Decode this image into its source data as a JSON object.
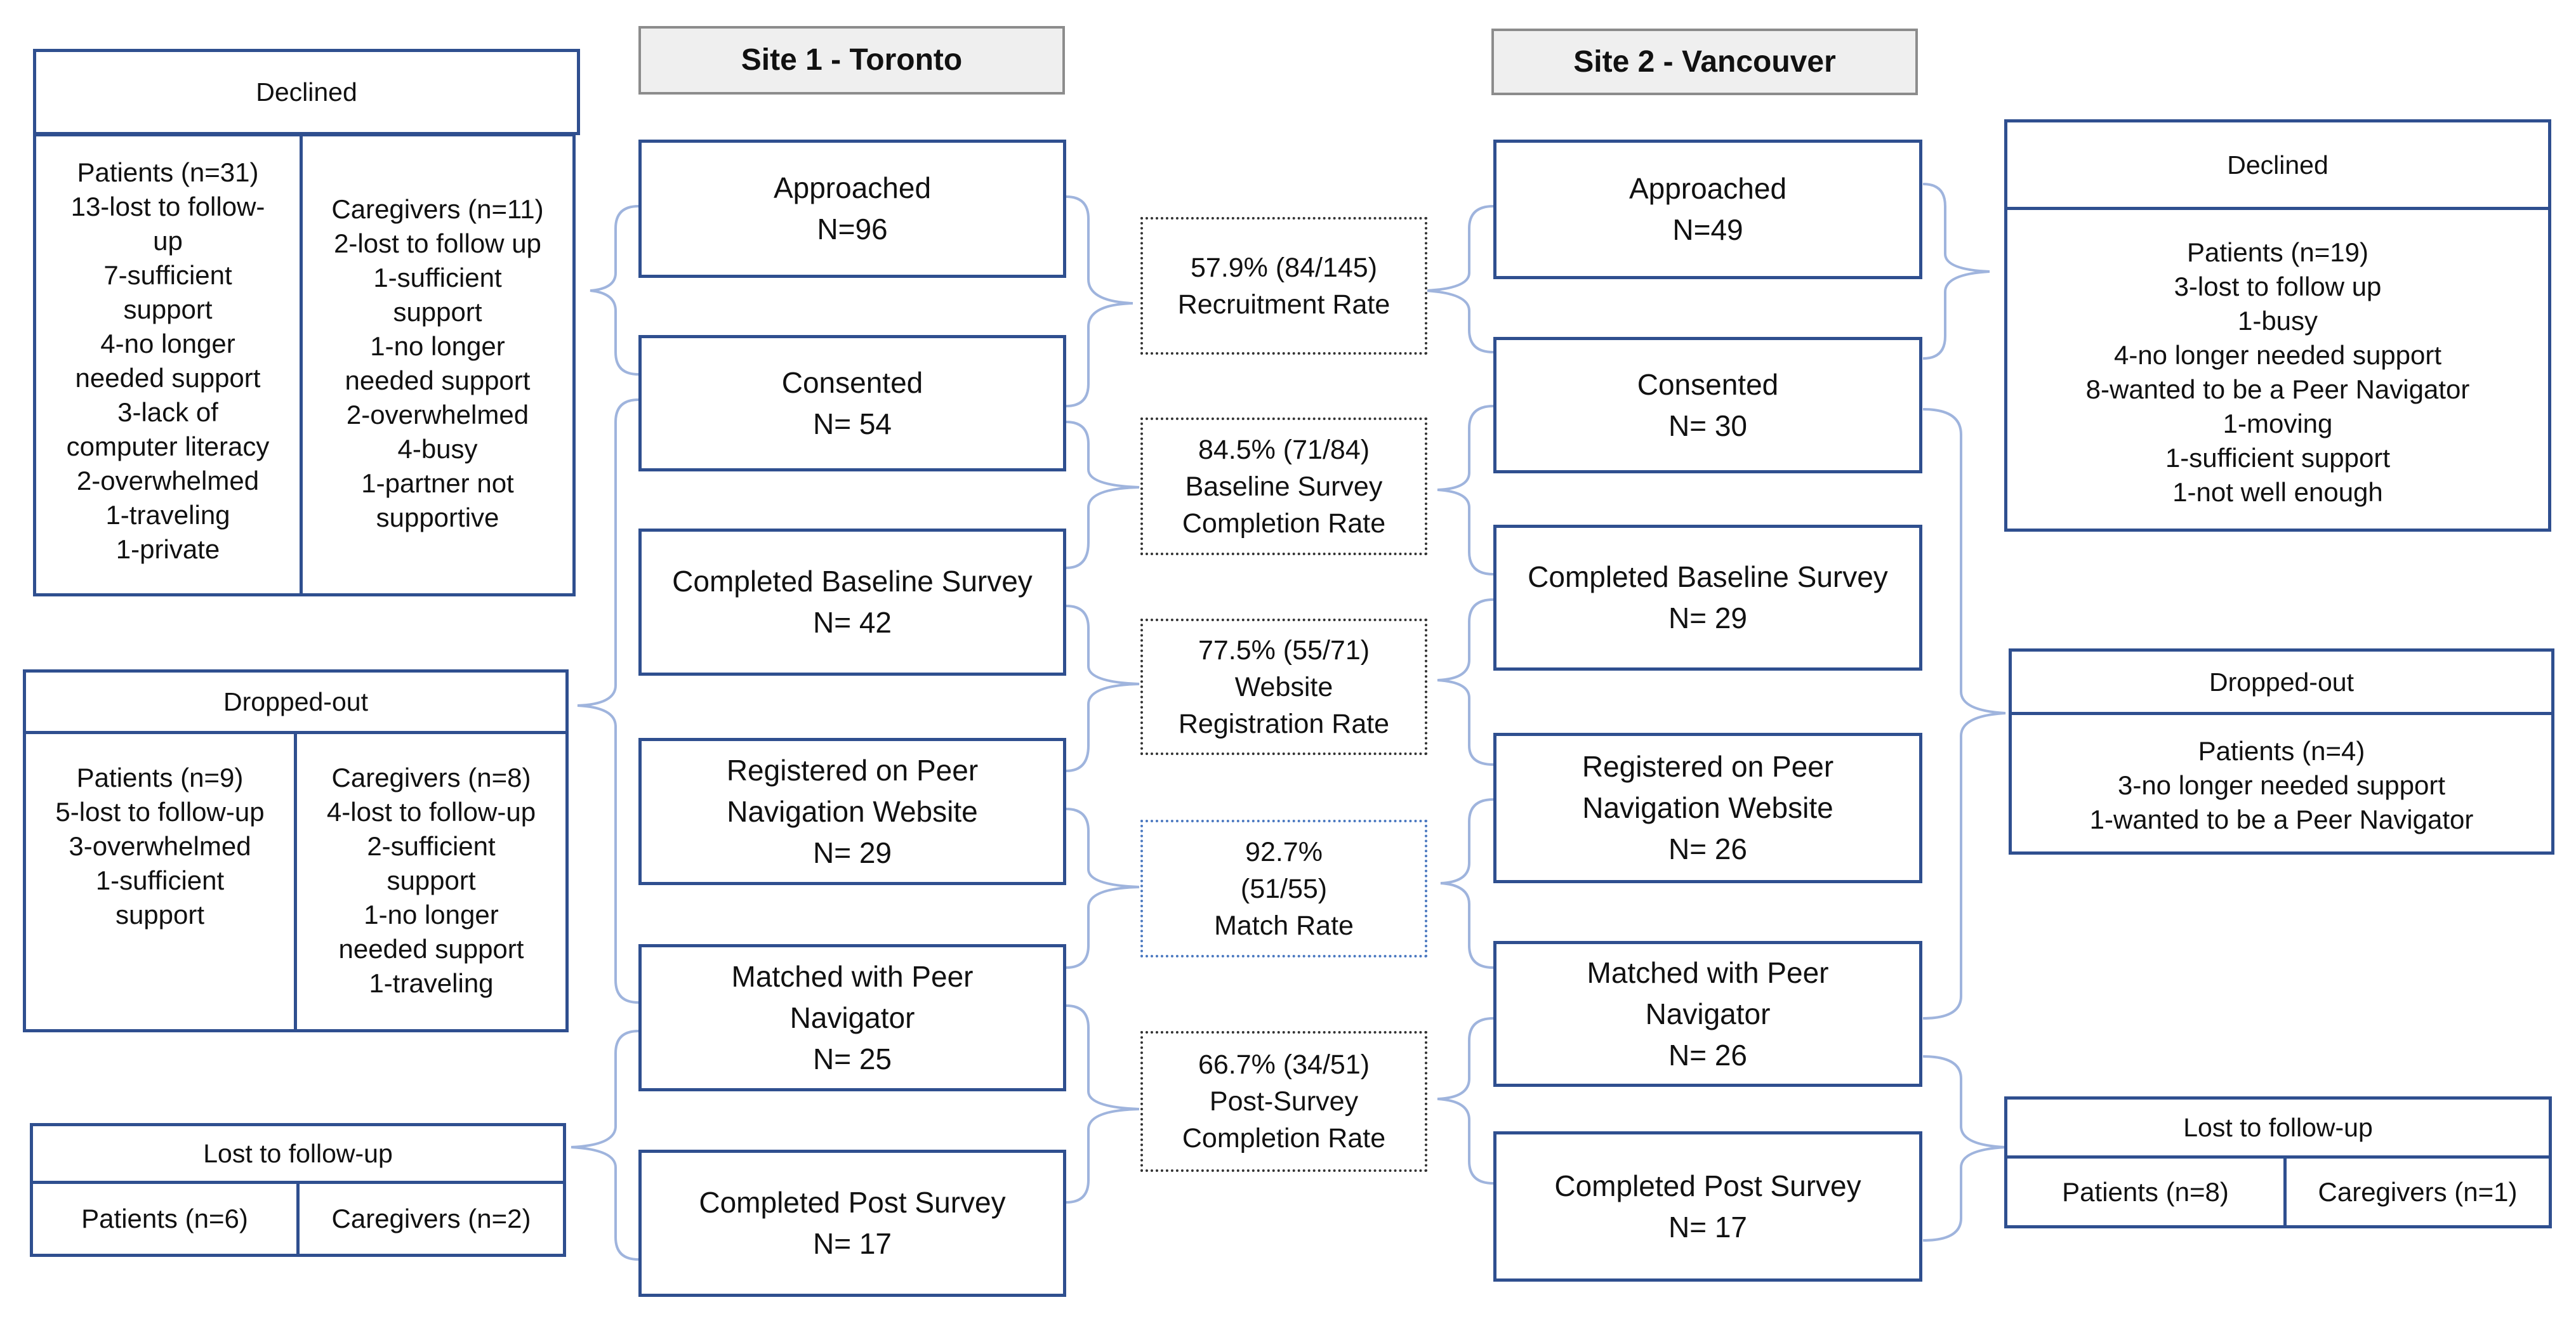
{
  "site1": {
    "title": "Site 1 - Toronto",
    "approached": {
      "label": "Approached",
      "n": "N=96"
    },
    "consented": {
      "label": "Consented",
      "n": "N= 54"
    },
    "baseline": {
      "label": "Completed Baseline Survey",
      "n": "N= 42"
    },
    "registered": {
      "label1": "Registered on Peer",
      "label2": "Navigation Website",
      "n": "N= 29"
    },
    "matched": {
      "label1": "Matched with Peer",
      "label2": "Navigator",
      "n": "N= 25"
    },
    "post": {
      "label": "Completed Post Survey",
      "n": "N= 17"
    },
    "declined": {
      "title": "Declined",
      "patients": [
        "Patients (n=31)",
        "13-lost to follow-",
        "up",
        "7-sufficient",
        "support",
        "4-no longer",
        "needed support",
        "3-lack of",
        "computer literacy",
        "2-overwhelmed",
        "1-traveling",
        "1-private"
      ],
      "caregivers": [
        "Caregivers (n=11)",
        "2-lost to follow up",
        "1-sufficient",
        "support",
        "1-no longer",
        "needed support",
        "2-overwhelmed",
        "4-busy",
        "1-partner not",
        "supportive"
      ]
    },
    "dropped": {
      "title": "Dropped-out",
      "patients": [
        "Patients (n=9)",
        "5-lost to follow-up",
        "3-overwhelmed",
        "1-sufficient",
        "support"
      ],
      "caregivers": [
        "Caregivers (n=8)",
        "4-lost to follow-up",
        "2-sufficient",
        "support",
        "1-no longer",
        "needed support",
        "1-traveling"
      ]
    },
    "lost": {
      "title": "Lost to follow-up",
      "patients": "Patients (n=6)",
      "caregivers": "Caregivers (n=2)"
    }
  },
  "site2": {
    "title": "Site 2 - Vancouver",
    "approached": {
      "label": "Approached",
      "n": "N=49"
    },
    "consented": {
      "label": "Consented",
      "n": "N= 30"
    },
    "baseline": {
      "label": "Completed Baseline Survey",
      "n": "N= 29"
    },
    "registered": {
      "label1": "Registered on Peer",
      "label2": "Navigation Website",
      "n": "N= 26"
    },
    "matched": {
      "label1": "Matched with Peer",
      "label2": "Navigator",
      "n": "N= 26"
    },
    "post": {
      "label": "Completed Post Survey",
      "n": "N= 17"
    },
    "declined": {
      "title": "Declined",
      "patients": [
        "Patients (n=19)",
        "3-lost to follow up",
        "1-busy",
        "4-no longer needed support",
        "8-wanted to be a Peer Navigator",
        "1-moving",
        "1-sufficient support",
        "1-not well enough"
      ]
    },
    "dropped": {
      "title": "Dropped-out",
      "patients": [
        "Patients (n=4)",
        "3-no longer needed support",
        "1-wanted to be a Peer Navigator"
      ]
    },
    "lost": {
      "title": "Lost to follow-up",
      "patients": "Patients (n=8)",
      "caregivers": "Caregivers (n=1)"
    }
  },
  "rates": {
    "recruitment": [
      "57.9% (84/145)",
      "Recruitment Rate"
    ],
    "baseline": [
      "84.5% (71/84)",
      "Baseline Survey",
      "Completion Rate"
    ],
    "registration": [
      "77.5% (55/71)",
      "Website",
      "Registration Rate"
    ],
    "match": [
      "92.7%",
      "(51/55)",
      "Match Rate"
    ],
    "post": [
      "66.7% (34/51)",
      "Post-Survey",
      "Completion Rate"
    ]
  }
}
